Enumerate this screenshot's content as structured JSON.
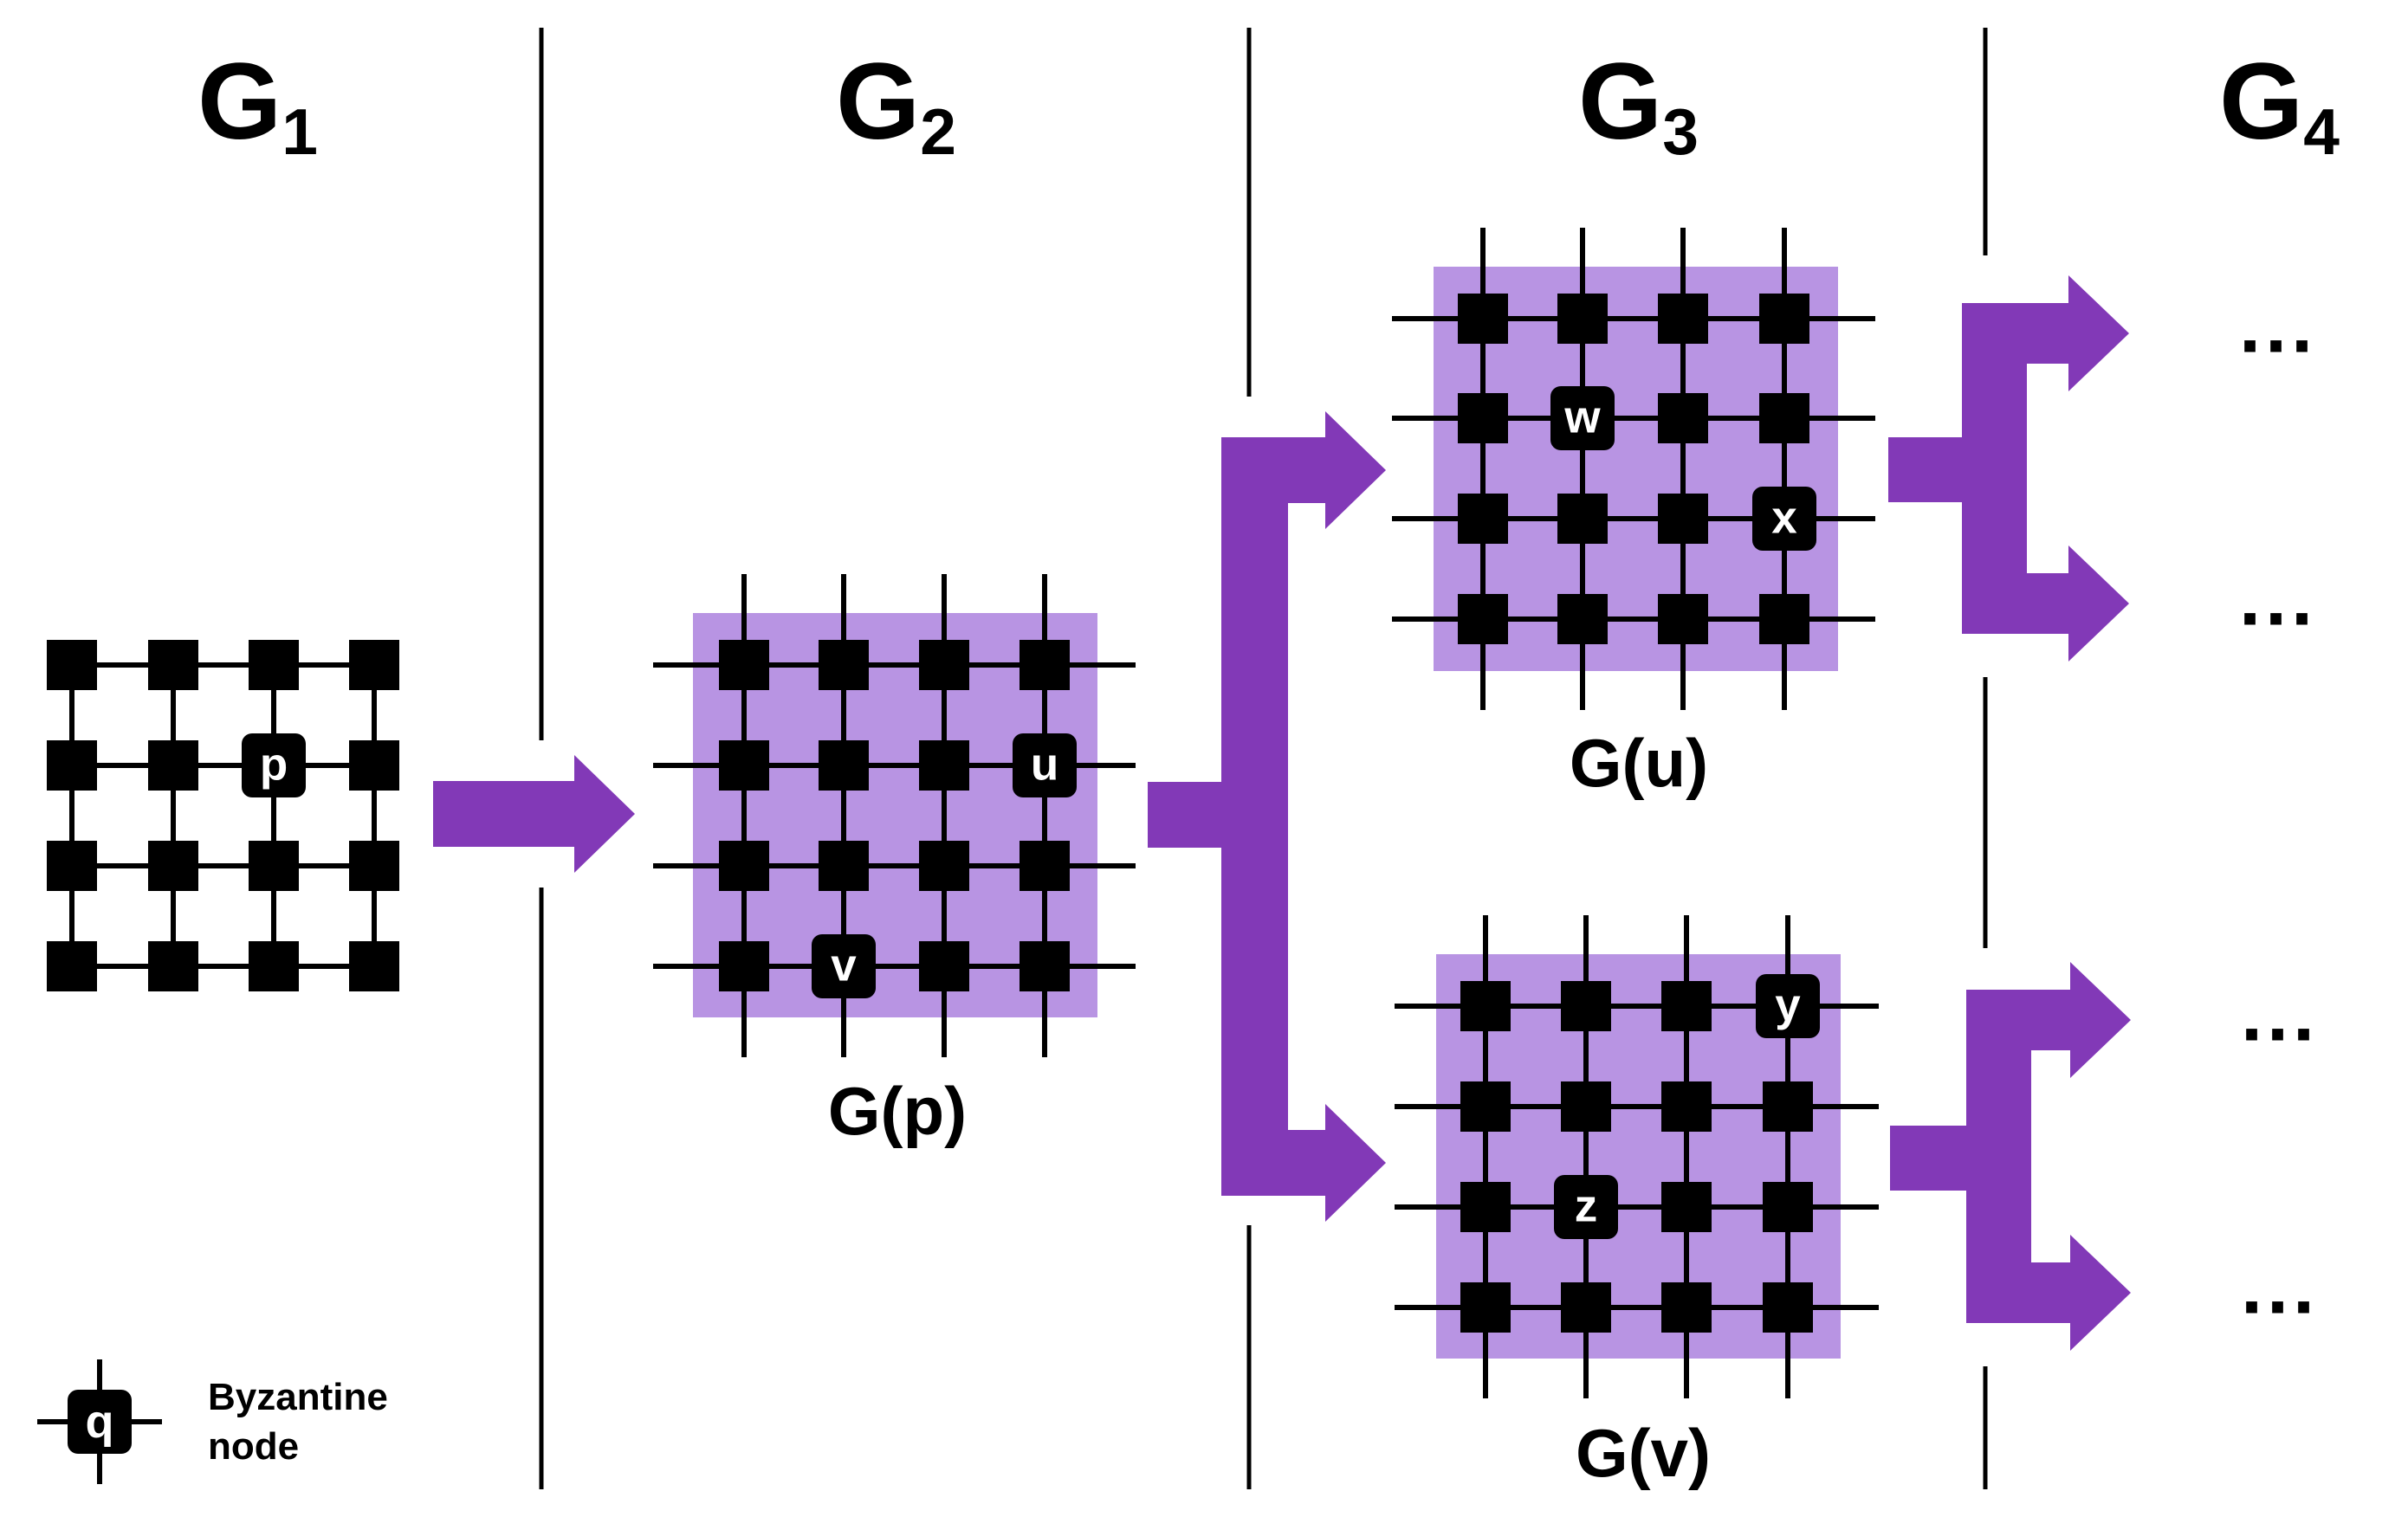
{
  "headers": [
    {
      "letter": "G",
      "sub": "1"
    },
    {
      "letter": "G",
      "sub": "2"
    },
    {
      "letter": "G",
      "sub": "3"
    },
    {
      "letter": "G",
      "sub": "4"
    }
  ],
  "graph_labels": {
    "gp": "G(p)",
    "gu": "G(u)",
    "gv": "G(v)"
  },
  "node_labels": {
    "p": "p",
    "u": "u",
    "v": "v",
    "w": "w",
    "x": "x",
    "y": "y",
    "z": "z"
  },
  "ellipses": [
    "···",
    "···",
    "···",
    "···"
  ],
  "legend": {
    "node_label": "q",
    "line1": "Byzantine",
    "line2": "node"
  },
  "colors": {
    "arrow": "#8239b7",
    "highlight": "#b894e3",
    "node": "#000000",
    "node_text": "#ffffff"
  }
}
